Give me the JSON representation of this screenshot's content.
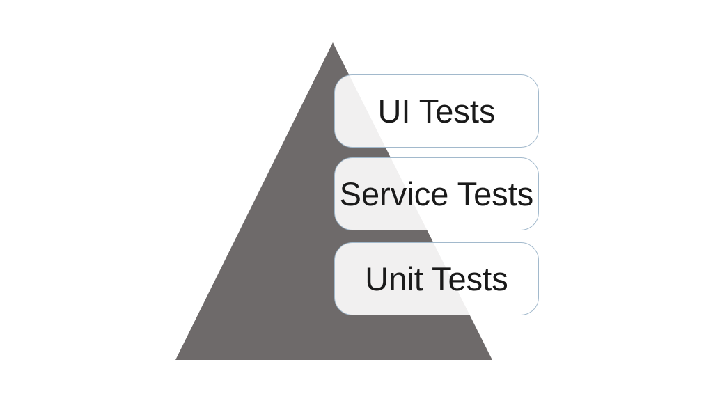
{
  "diagram": {
    "type": "pyramid",
    "levels": [
      {
        "label": "UI Tests"
      },
      {
        "label": "Service Tests"
      },
      {
        "label": "Unit Tests"
      }
    ]
  },
  "colors": {
    "background": "#ffffff",
    "triangle": "#6e6a6a",
    "box-border": "#a2b9cc",
    "box-fill": "rgba(255,255,255,0.9)",
    "text": "#1a1a1a"
  }
}
